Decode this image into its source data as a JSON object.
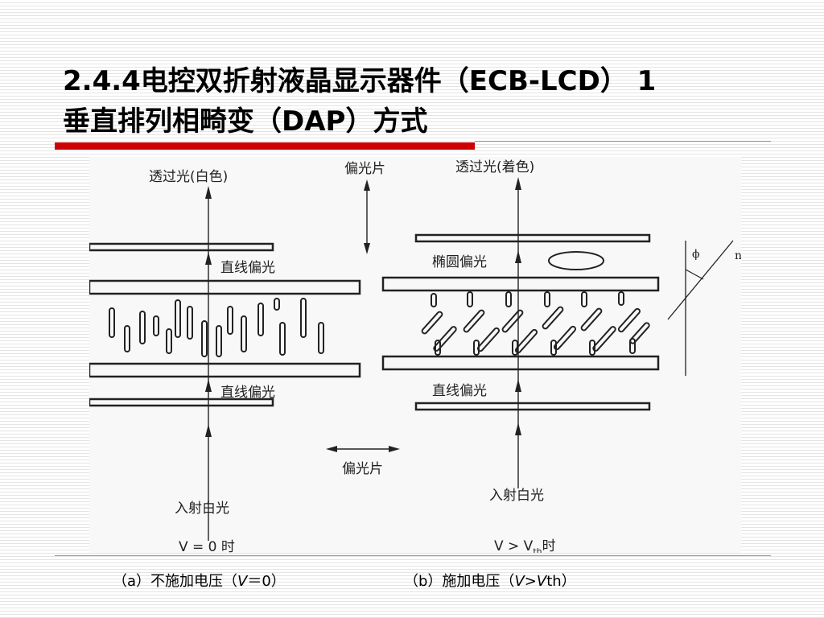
{
  "slide": {
    "title_line1": "2.4.4电控双折射液晶显示器件（ECB-LCD） 1",
    "title_line2": "垂直排列相畸变（DAP）方式"
  },
  "figure": {
    "left": {
      "transmitted_label": "透过光(白色)",
      "upper_linear_label": "直线偏光",
      "lower_linear_label": "直线偏光",
      "incident_label": "入射白光",
      "condition_label": "V = 0 时"
    },
    "center": {
      "polarizer_top_label": "偏光片",
      "polarizer_bottom_label": "偏光片"
    },
    "right": {
      "transmitted_label": "透过光(着色)",
      "elliptical_label": "椭圆偏光",
      "linear_label": "直线偏光",
      "incident_label": "入射白光",
      "condition_prefix": "V > V",
      "condition_sub": "th",
      "condition_suffix": "时"
    },
    "angle": {
      "phi_label": "ϕ",
      "n_label": "n"
    }
  },
  "captions": {
    "a": {
      "prefix": "（a）不施加电压（",
      "var": "V",
      "suffix": "＝0）"
    },
    "b": {
      "prefix": "（b）施加电压（",
      "var1": "V",
      "mid": ">",
      "var2": "V",
      "suffix": "th）"
    }
  }
}
